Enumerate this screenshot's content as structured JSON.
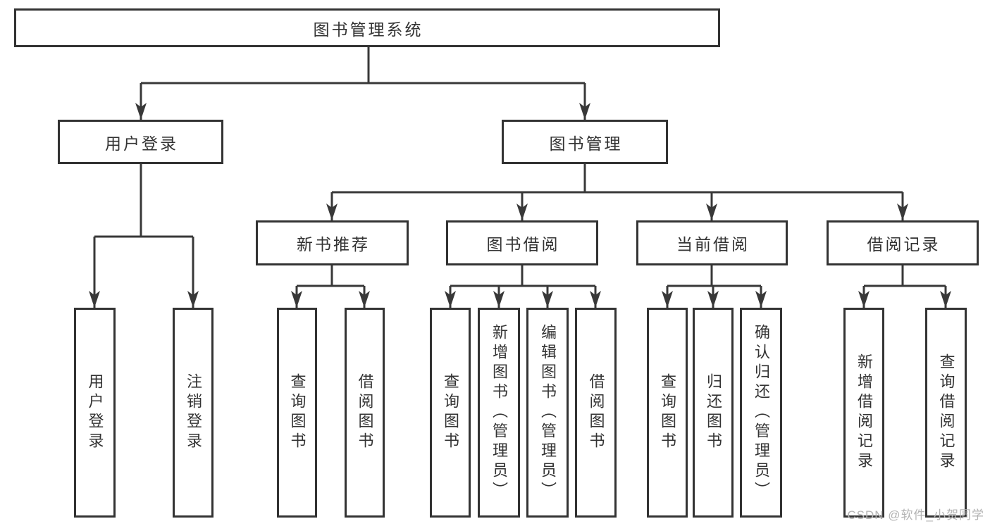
{
  "tree": {
    "label": "图书管理系统",
    "children": [
      {
        "label": "用户登录",
        "children": [
          {
            "label": "用户登录"
          },
          {
            "label": "注销登录"
          }
        ]
      },
      {
        "label": "图书管理",
        "children": [
          {
            "label": "新书推荐",
            "children": [
              {
                "label": "查询图书"
              },
              {
                "label": "借阅图书"
              }
            ]
          },
          {
            "label": "图书借阅",
            "children": [
              {
                "label": "查询图书"
              },
              {
                "label": "新增图书（管理员）"
              },
              {
                "label": "编辑图书（管理员）"
              },
              {
                "label": "借阅图书"
              }
            ]
          },
          {
            "label": "当前借阅",
            "children": [
              {
                "label": "查询图书"
              },
              {
                "label": "归还图书"
              },
              {
                "label": "确认归还（管理员）"
              }
            ]
          },
          {
            "label": "借阅记录",
            "children": [
              {
                "label": "新增借阅记录"
              },
              {
                "label": "查询借阅记录"
              }
            ]
          }
        ]
      }
    ]
  },
  "watermark": "CSDN @软件_小贺同学",
  "colors": {
    "line": "#383838",
    "border": "#333333",
    "text": "#333333",
    "watermark": "#b3b3b3",
    "background": "#ffffff"
  }
}
